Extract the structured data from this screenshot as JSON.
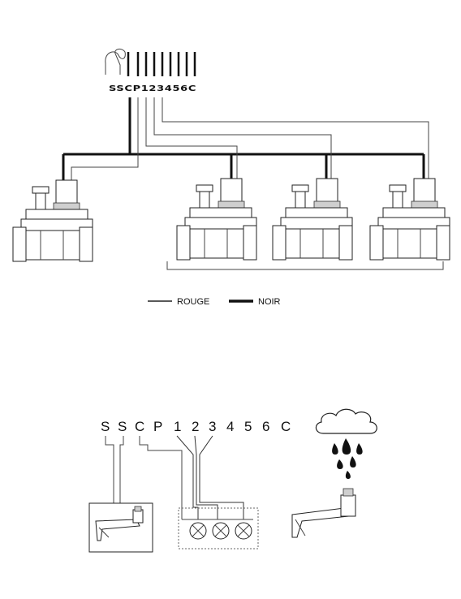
{
  "top_terminals": "SSCP123456C",
  "legend": {
    "rouge": "ROUGE",
    "noir": "NOIR"
  },
  "bottom_terminals": [
    "S",
    "S",
    "C",
    "P",
    "1",
    "2",
    "3",
    "4",
    "5",
    "6",
    "C"
  ],
  "colors": {
    "line": "#111111",
    "thin_line": "#444444",
    "background": "#ffffff"
  },
  "icons": {
    "controller_connector": "wire-connector-icon",
    "valve": "solenoid-valve-icon",
    "rain_cloud": "rain-cloud-icon",
    "rain_sensor": "rain-sensor-icon",
    "lamp": "indicator-lamp-icon"
  }
}
